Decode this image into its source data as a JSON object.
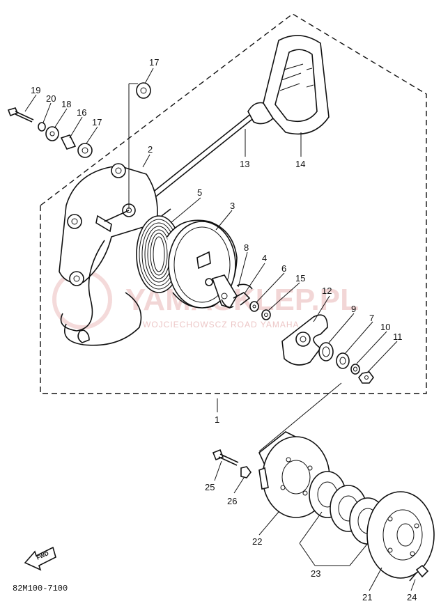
{
  "callouts": {
    "c1": "1",
    "c2": "2",
    "c3": "3",
    "c4": "4",
    "c5": "5",
    "c6": "6",
    "c7": "7",
    "c8": "8",
    "c9": "9",
    "c10": "10",
    "c11": "11",
    "c12": "12",
    "c13": "13",
    "c14": "14",
    "c15": "15",
    "c16": "16",
    "c17a": "17",
    "c17b": "17",
    "c18": "18",
    "c19": "19",
    "c20": "20",
    "c21": "21",
    "c22": "22",
    "c23": "23",
    "c24": "24",
    "c25": "25",
    "c26": "26"
  },
  "diagram_code": "82M100-7100",
  "fwd_label": "FWD",
  "watermark": {
    "brand": "YAMASKLEP.PL",
    "line2": "WOJCIECHOWSCZ ROAD YAMAHA"
  }
}
